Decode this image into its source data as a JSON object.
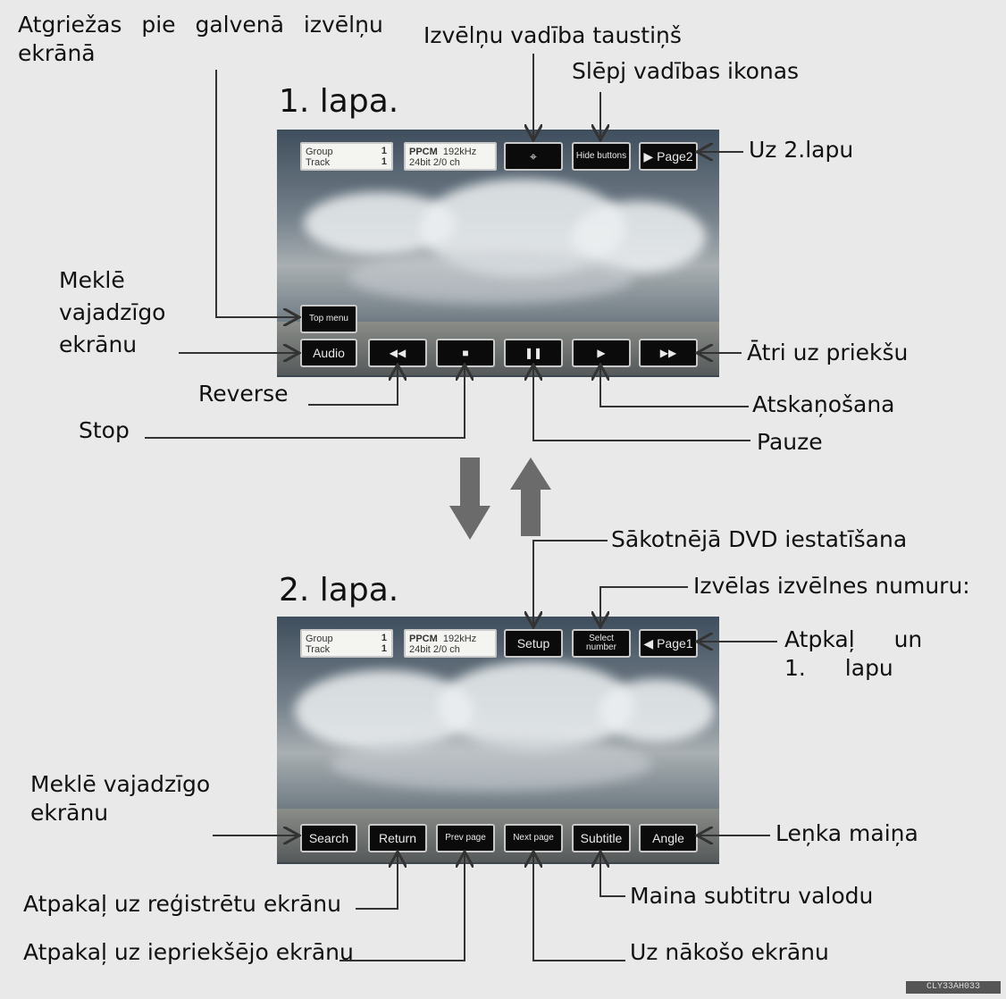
{
  "colors": {
    "background": "#e9e9e9",
    "button": "#0b0b0b",
    "arrow": "#6b6b6b",
    "line": "#333333"
  },
  "pages": [
    {
      "heading": "1. lapa.",
      "info": {
        "label1": "Group",
        "label2": "Track",
        "n1": "1",
        "n2": "1",
        "fmt": "PPCM",
        "rate": "192kHz",
        "bit": "24bit",
        "ch": "2/0  ch"
      },
      "top_buttons": [
        "⌖",
        "Hide buttons",
        "▶ Page2"
      ],
      "side_button": "Top menu",
      "bottom_buttons": [
        "Audio",
        "◀◀",
        "■",
        "❚❚",
        "▶",
        "▶▶"
      ]
    },
    {
      "heading": "2. lapa.",
      "info": {
        "label1": "Group",
        "label2": "Track",
        "n1": "1",
        "n2": "1",
        "fmt": "PPCM",
        "rate": "192kHz",
        "bit": "24bit",
        "ch": "2/0  ch"
      },
      "top_buttons": [
        "Setup",
        "Select number",
        "◀ Page1"
      ],
      "bottom_buttons": [
        "Search",
        "Return",
        "Prev page",
        "Next page",
        "Subtitle",
        "Angle"
      ]
    }
  ],
  "callouts": {
    "main_menu": "Atgriežas pie galvenā izvēlņu ekrānā",
    "menu_control": "Izvēlņu vadība taustiņš",
    "hide_icons": "Slēpj vadības ikonas",
    "to_page2": "Uz 2.lapu",
    "search_screen1": "Meklē vajadzīgo ekrānu",
    "fast_forward": "Ātri uz priekšu",
    "reverse": "Reverse",
    "play": "Atskaņošana",
    "stop": "Stop",
    "pause": "Pauze",
    "dvd_setup": "Sākotnējā DVD iestatīšana",
    "select_number": "Izvēlas izvēlnes numuru:",
    "back_page1": "Atpkaļ un 1. lapu",
    "search_screen2": "Meklē vajadzīgo ekrānu",
    "angle": "Leņka maiņa",
    "back_registered": "Atpakaļ uz reģistrētu ekrānu",
    "subtitle_lang": "Maina subtitru valodu",
    "back_previous": "Atpakaļ uz iepriekšējo ekrānu",
    "next_screen": "Uz nākošo ekrānu"
  },
  "image_code": "CLY33AH033"
}
